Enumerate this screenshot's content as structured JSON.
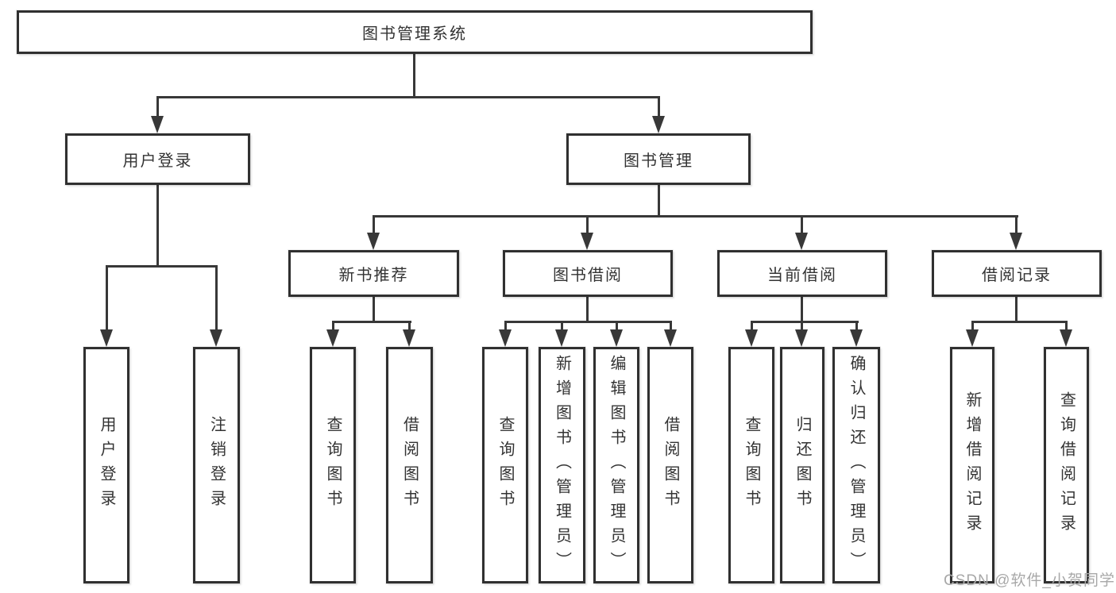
{
  "diagram": {
    "root": {
      "label": "图书管理系统"
    },
    "level2": [
      {
        "label": "用户登录"
      },
      {
        "label": "图书管理"
      }
    ],
    "level3": [
      {
        "label": "新书推荐",
        "parent": "图书管理"
      },
      {
        "label": "图书借阅",
        "parent": "图书管理"
      },
      {
        "label": "当前借阅",
        "parent": "图书管理"
      },
      {
        "label": "借阅记录",
        "parent": "图书管理"
      }
    ],
    "leaves": [
      {
        "label": "用户登录",
        "parent": "用户登录"
      },
      {
        "label": "注销登录",
        "parent": "用户登录"
      },
      {
        "label": "查询图书",
        "parent": "新书推荐"
      },
      {
        "label": "借阅图书",
        "parent": "新书推荐"
      },
      {
        "label": "查询图书",
        "parent": "图书借阅"
      },
      {
        "label": "新增图书（管理员）",
        "parent": "图书借阅"
      },
      {
        "label": "编辑图书（管理员）",
        "parent": "图书借阅"
      },
      {
        "label": "借阅图书",
        "parent": "图书借阅"
      },
      {
        "label": "查询图书",
        "parent": "当前借阅"
      },
      {
        "label": "归还图书",
        "parent": "当前借阅"
      },
      {
        "label": "确认归还（管理员）",
        "parent": "当前借阅"
      },
      {
        "label": "新增借阅记录",
        "parent": "借阅记录"
      },
      {
        "label": "查询借阅记录",
        "parent": "借阅记录"
      }
    ],
    "colors": {
      "line": "#383838",
      "border": "#303030",
      "text": "#333333",
      "background": "#ffffff",
      "watermark": "#a8a8a8"
    }
  },
  "watermark": {
    "text": "CSDN @软件_小贺同学"
  }
}
